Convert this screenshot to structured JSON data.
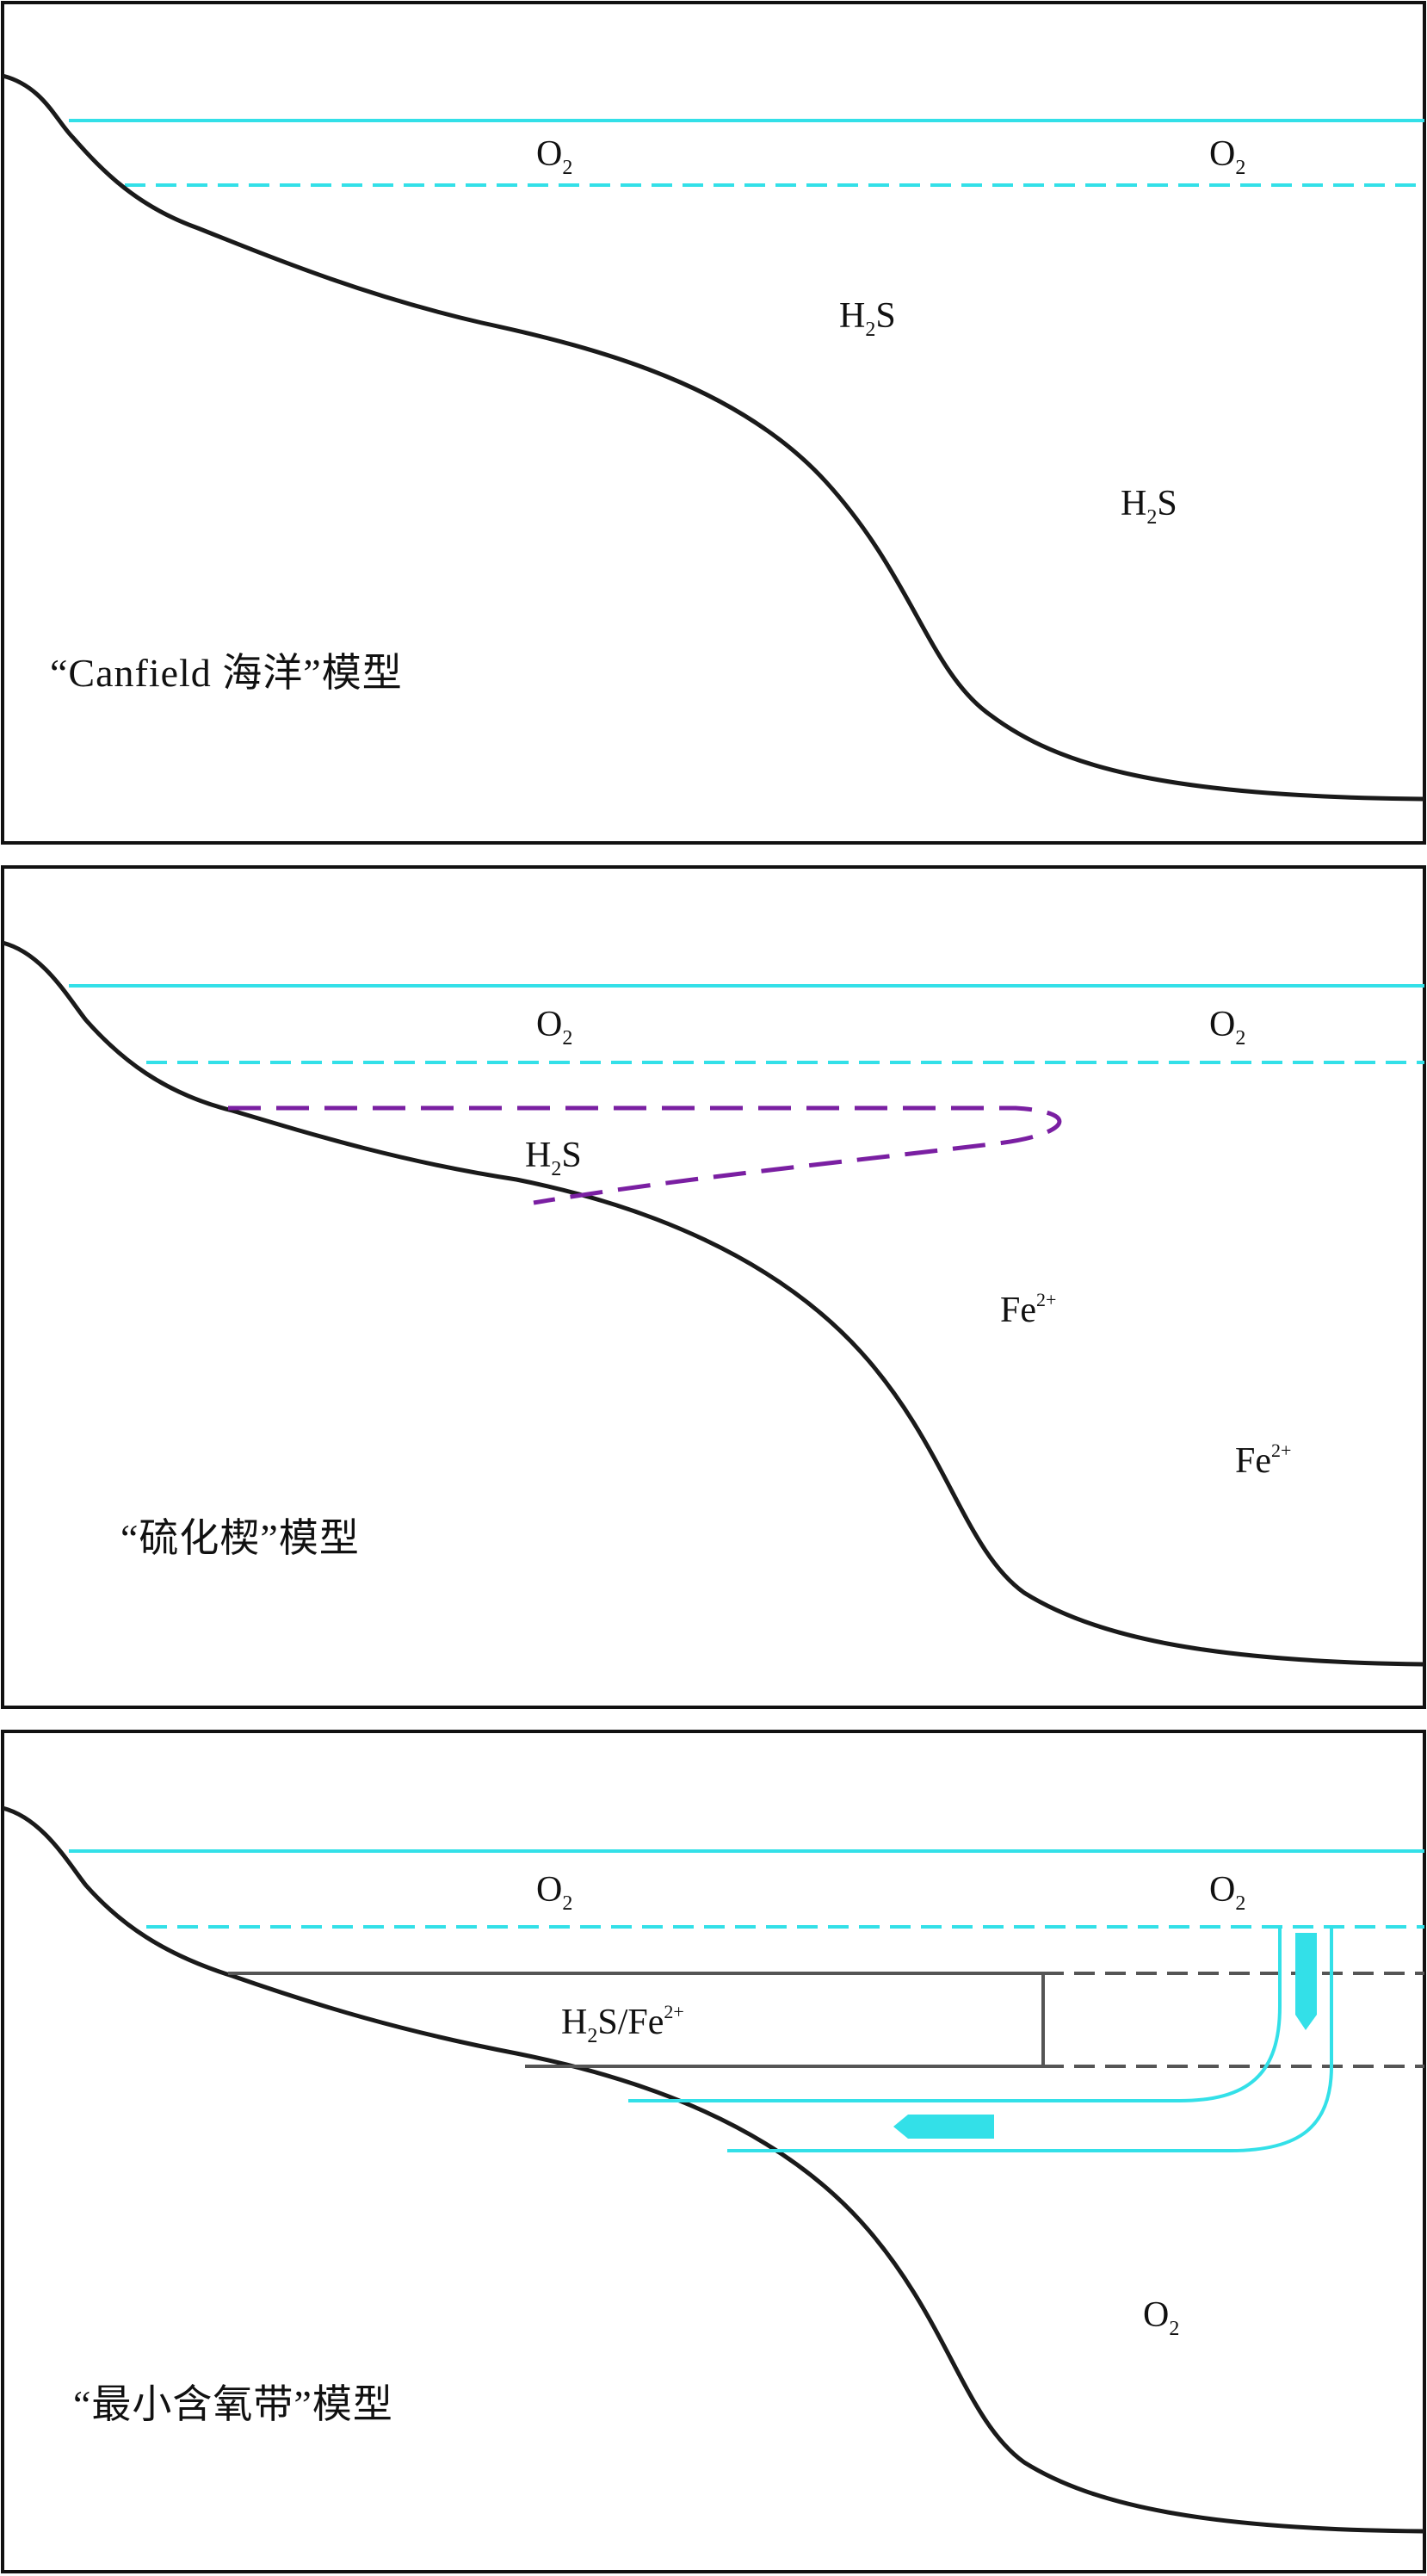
{
  "colors": {
    "border": "#111111",
    "seafloor": "#1a1a1a",
    "water_surface": "#33e0e8",
    "oxygen_boundary": "#33e0e8",
    "sulfide_wedge": "#7a1fa2",
    "omz_box": "#555555",
    "arrow": "#33e0e8"
  },
  "panels": [
    {
      "title": "“Canfield 海洋”模型",
      "labels": [
        {
          "base": "O",
          "sub": "2"
        },
        {
          "base": "O",
          "sub": "2"
        },
        {
          "base": "H",
          "sub": "2",
          "rest": "S"
        },
        {
          "base": "H",
          "sub": "2",
          "rest": "S"
        }
      ]
    },
    {
      "title": "“硫化楔”模型",
      "labels": [
        {
          "base": "O",
          "sub": "2"
        },
        {
          "base": "O",
          "sub": "2"
        },
        {
          "base": "H",
          "sub": "2",
          "rest": "S"
        },
        {
          "base": "Fe",
          "sup": "2+"
        },
        {
          "base": "Fe",
          "sup": "2+"
        }
      ]
    },
    {
      "title": "“最小含氧带”模型",
      "labels": [
        {
          "base": "O",
          "sub": "2"
        },
        {
          "base": "O",
          "sub": "2"
        },
        {
          "base": "H",
          "sub": "2",
          "rest": "S/Fe",
          "sup": "2+"
        },
        {
          "base": "O",
          "sub": "2"
        }
      ]
    }
  ]
}
